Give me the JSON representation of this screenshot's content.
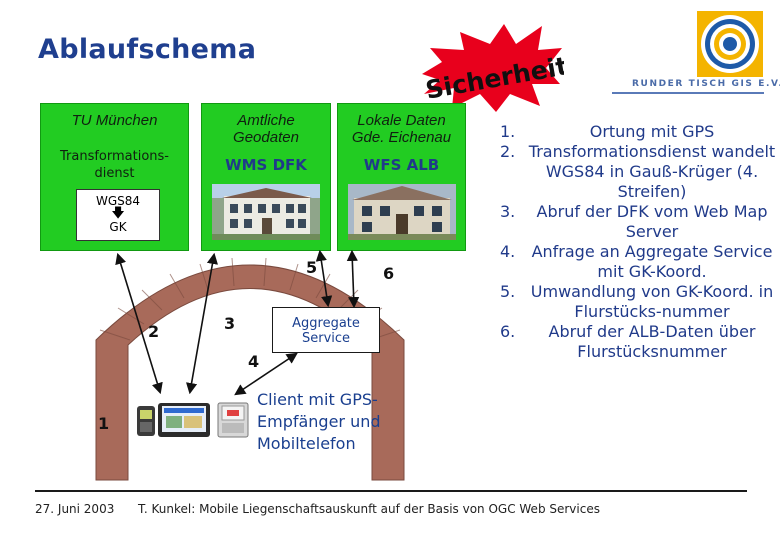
{
  "title": "Ablaufschema",
  "stamp": "Sicherheit!",
  "logo": {
    "text": "RUNDER TISCH GIS E.V.",
    "icon": "target-circles-icon"
  },
  "boxes": {
    "tum": {
      "name": "TU München",
      "service": "Transformations-\ndienst",
      "conversion": {
        "from": "WGS84",
        "to": "GK"
      }
    },
    "geo": {
      "name": "Amtliche\nGeodaten",
      "service": "WMS DFK"
    },
    "local": {
      "name": "Lokale Daten\nGde. Eichenau",
      "service": "WFS ALB"
    }
  },
  "step_labels": {
    "s1": "1",
    "s2": "2",
    "s3": "3",
    "s4": "4",
    "s5": "5",
    "s6": "6"
  },
  "aggregate": "Aggregate\nService",
  "client": "Client mit GPS-\nEmpfänger und\nMobiltelefon",
  "steps": [
    {
      "num": "1.",
      "text": "Ortung mit GPS"
    },
    {
      "num": "2.",
      "text": "Transformationsdienst wandelt WGS84 in Gauß-Krüger (4. Streifen)"
    },
    {
      "num": "3.",
      "text": "Abruf der DFK vom Web Map Server"
    },
    {
      "num": "4.",
      "text": "Anfrage an Aggregate Service mit GK-Koord."
    },
    {
      "num": "5.",
      "text": "Umwandlung von GK-Koord. in Flurstücks-nummer"
    },
    {
      "num": "6.",
      "text": "Abruf der ALB-Daten über Flurstücksnummer"
    }
  ],
  "footer": {
    "date": "27. Juni 2003",
    "title": "T. Kunkel: Mobile Liegenschaftsauskunft auf der Basis von OGC Web Services"
  },
  "colors": {
    "title": "#1f3f8f",
    "green": "#22cc22",
    "stamp_red": "#e8001c",
    "arch": "#a86a5a"
  }
}
